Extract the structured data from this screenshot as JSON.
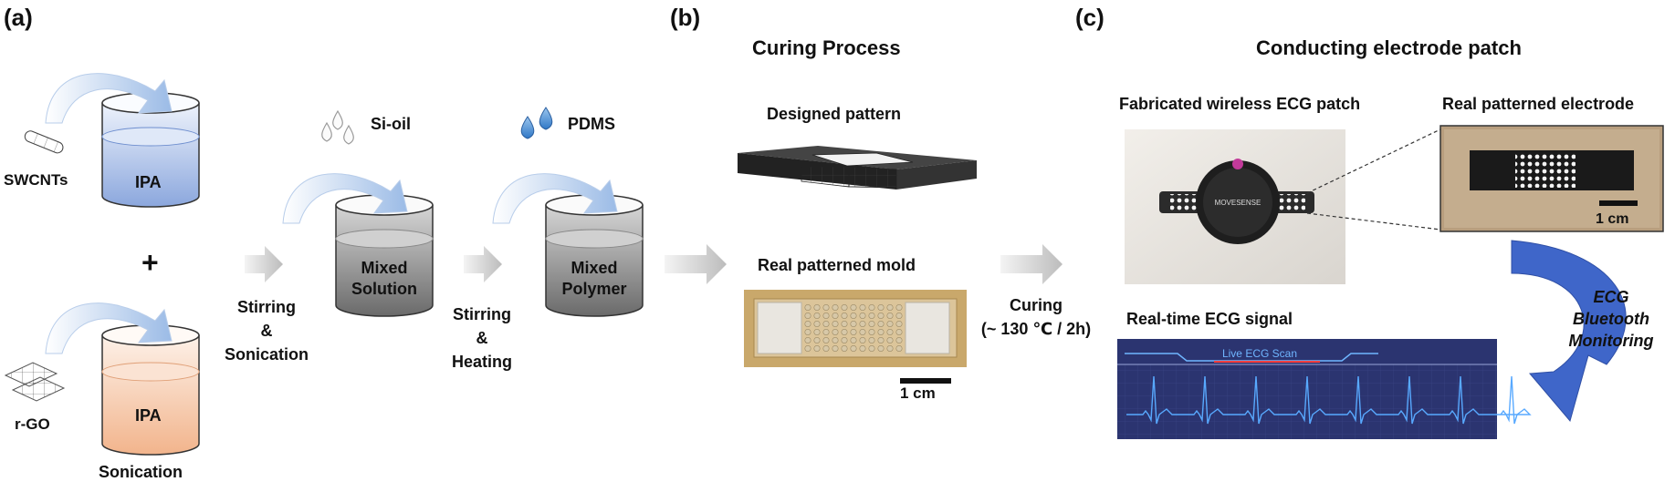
{
  "panels": [
    {
      "letter": "(a)"
    },
    {
      "letter": "(b)",
      "title": "Curing Process"
    },
    {
      "letter": "(c)",
      "title": "Conducting electrode patch"
    }
  ],
  "materials": {
    "swcnts": "SWCNTs",
    "rgo": "r-GO",
    "ipa": "IPA",
    "plus": "+",
    "sonication": "Sonication",
    "si_oil": "Si-oil",
    "pdms": "PDMS",
    "mixed_solution": [
      "Mixed",
      "Solution"
    ],
    "mixed_polymer": [
      "Mixed",
      "Polymer"
    ]
  },
  "steps": {
    "stirring_sonication": [
      "Stirring",
      "&",
      "Sonication"
    ],
    "stirring_heating": [
      "Stirring",
      "&",
      "Heating"
    ],
    "curing": [
      "Curing",
      "(~ 130 ℃ / 2h)"
    ]
  },
  "curing_panel": {
    "designed_pattern": "Designed pattern",
    "real_mold": "Real patterned mold",
    "scale": "1 cm"
  },
  "patch_panel": {
    "fabricated": "Fabricated wireless ECG patch",
    "real_electrode": "Real patterned electrode",
    "scale": "1 cm",
    "device_brand": "MOVESENSE",
    "monitoring": [
      "ECG",
      "Bluetooth",
      "Monitoring"
    ],
    "signal_title": "Real-time ECG signal",
    "live_scan": "Live ECG Scan"
  },
  "colors": {
    "arrow_blue": "#9bbbe6",
    "process_arrow": "#c6c6c6",
    "ipa_blue": "#8ba7dd",
    "ipa_orange": "#f2b48c",
    "mixture_gray": "#6f6f6f",
    "curved_blue": "#3f66c9",
    "ecg_bg": "#2b3470",
    "ecg_trace": "#58a9ff"
  }
}
